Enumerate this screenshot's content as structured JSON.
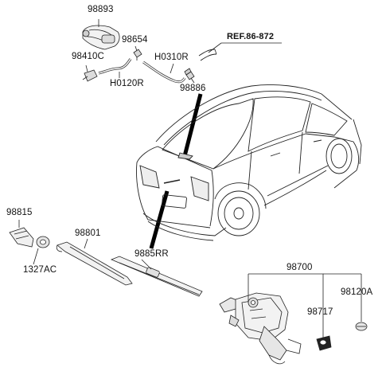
{
  "labels": {
    "p98893": "98893",
    "p98654": "98654",
    "p98410C": "98410C",
    "pH0310R": "H0310R",
    "pH0120R": "H0120R",
    "p98886": "98886",
    "ref": "REF.86-872",
    "p98815": "98815",
    "p1327AC": "1327AC",
    "p98801": "98801",
    "p9885RR": "9885RR",
    "p98700": "98700",
    "p98717": "98717",
    "p98120A": "98120A"
  }
}
